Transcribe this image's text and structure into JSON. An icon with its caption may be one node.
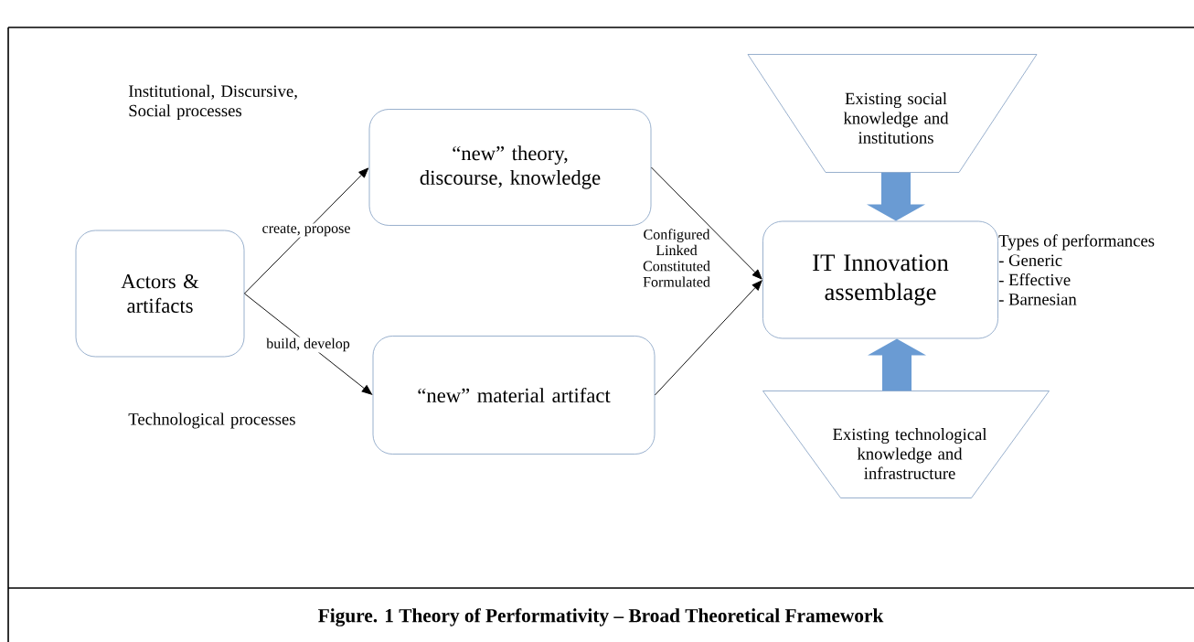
{
  "diagram": {
    "caption": "Figure. 1 Theory of Performativity – Broad Theoretical Framework",
    "nodes": [
      {
        "text": [
          "Actors & artifacts"
        ]
      },
      {
        "text": [
          "“new” theory, discourse, knowledge"
        ]
      },
      {
        "text": [
          "“new” material artifact"
        ]
      },
      {
        "text": [
          "IT Innovation assemblage"
        ],
        "beside": [
          "Types of performances",
          "- Generic",
          "- Effective",
          "- Barnesian"
        ]
      },
      {
        "text": [
          "Existing social knowledge and institutions"
        ]
      },
      {
        "text": [
          "Existing technological knowledge and infrastructure"
        ]
      }
    ],
    "edges": [
      {
        "from": 0,
        "to": 1,
        "arrow": "to",
        "label": "create, propose"
      },
      {
        "from": 0,
        "to": 2,
        "arrow": "to",
        "label": "build, develop"
      },
      {
        "from": 1,
        "to": 3,
        "arrow": "to"
      },
      {
        "from": 2,
        "to": 3,
        "arrow": "to"
      },
      {
        "from": 4,
        "to": 3,
        "arrow": "to",
        "style": "thick",
        "color": "#6a9bd3"
      },
      {
        "from": 5,
        "to": 3,
        "arrow": "to",
        "style": "thick",
        "color": "#6a9bd3"
      }
    ],
    "labels": [
      "Institutional, Discursive, Social processes",
      "Technological processes",
      "Configured Linked Constituted Formulated"
    ]
  }
}
